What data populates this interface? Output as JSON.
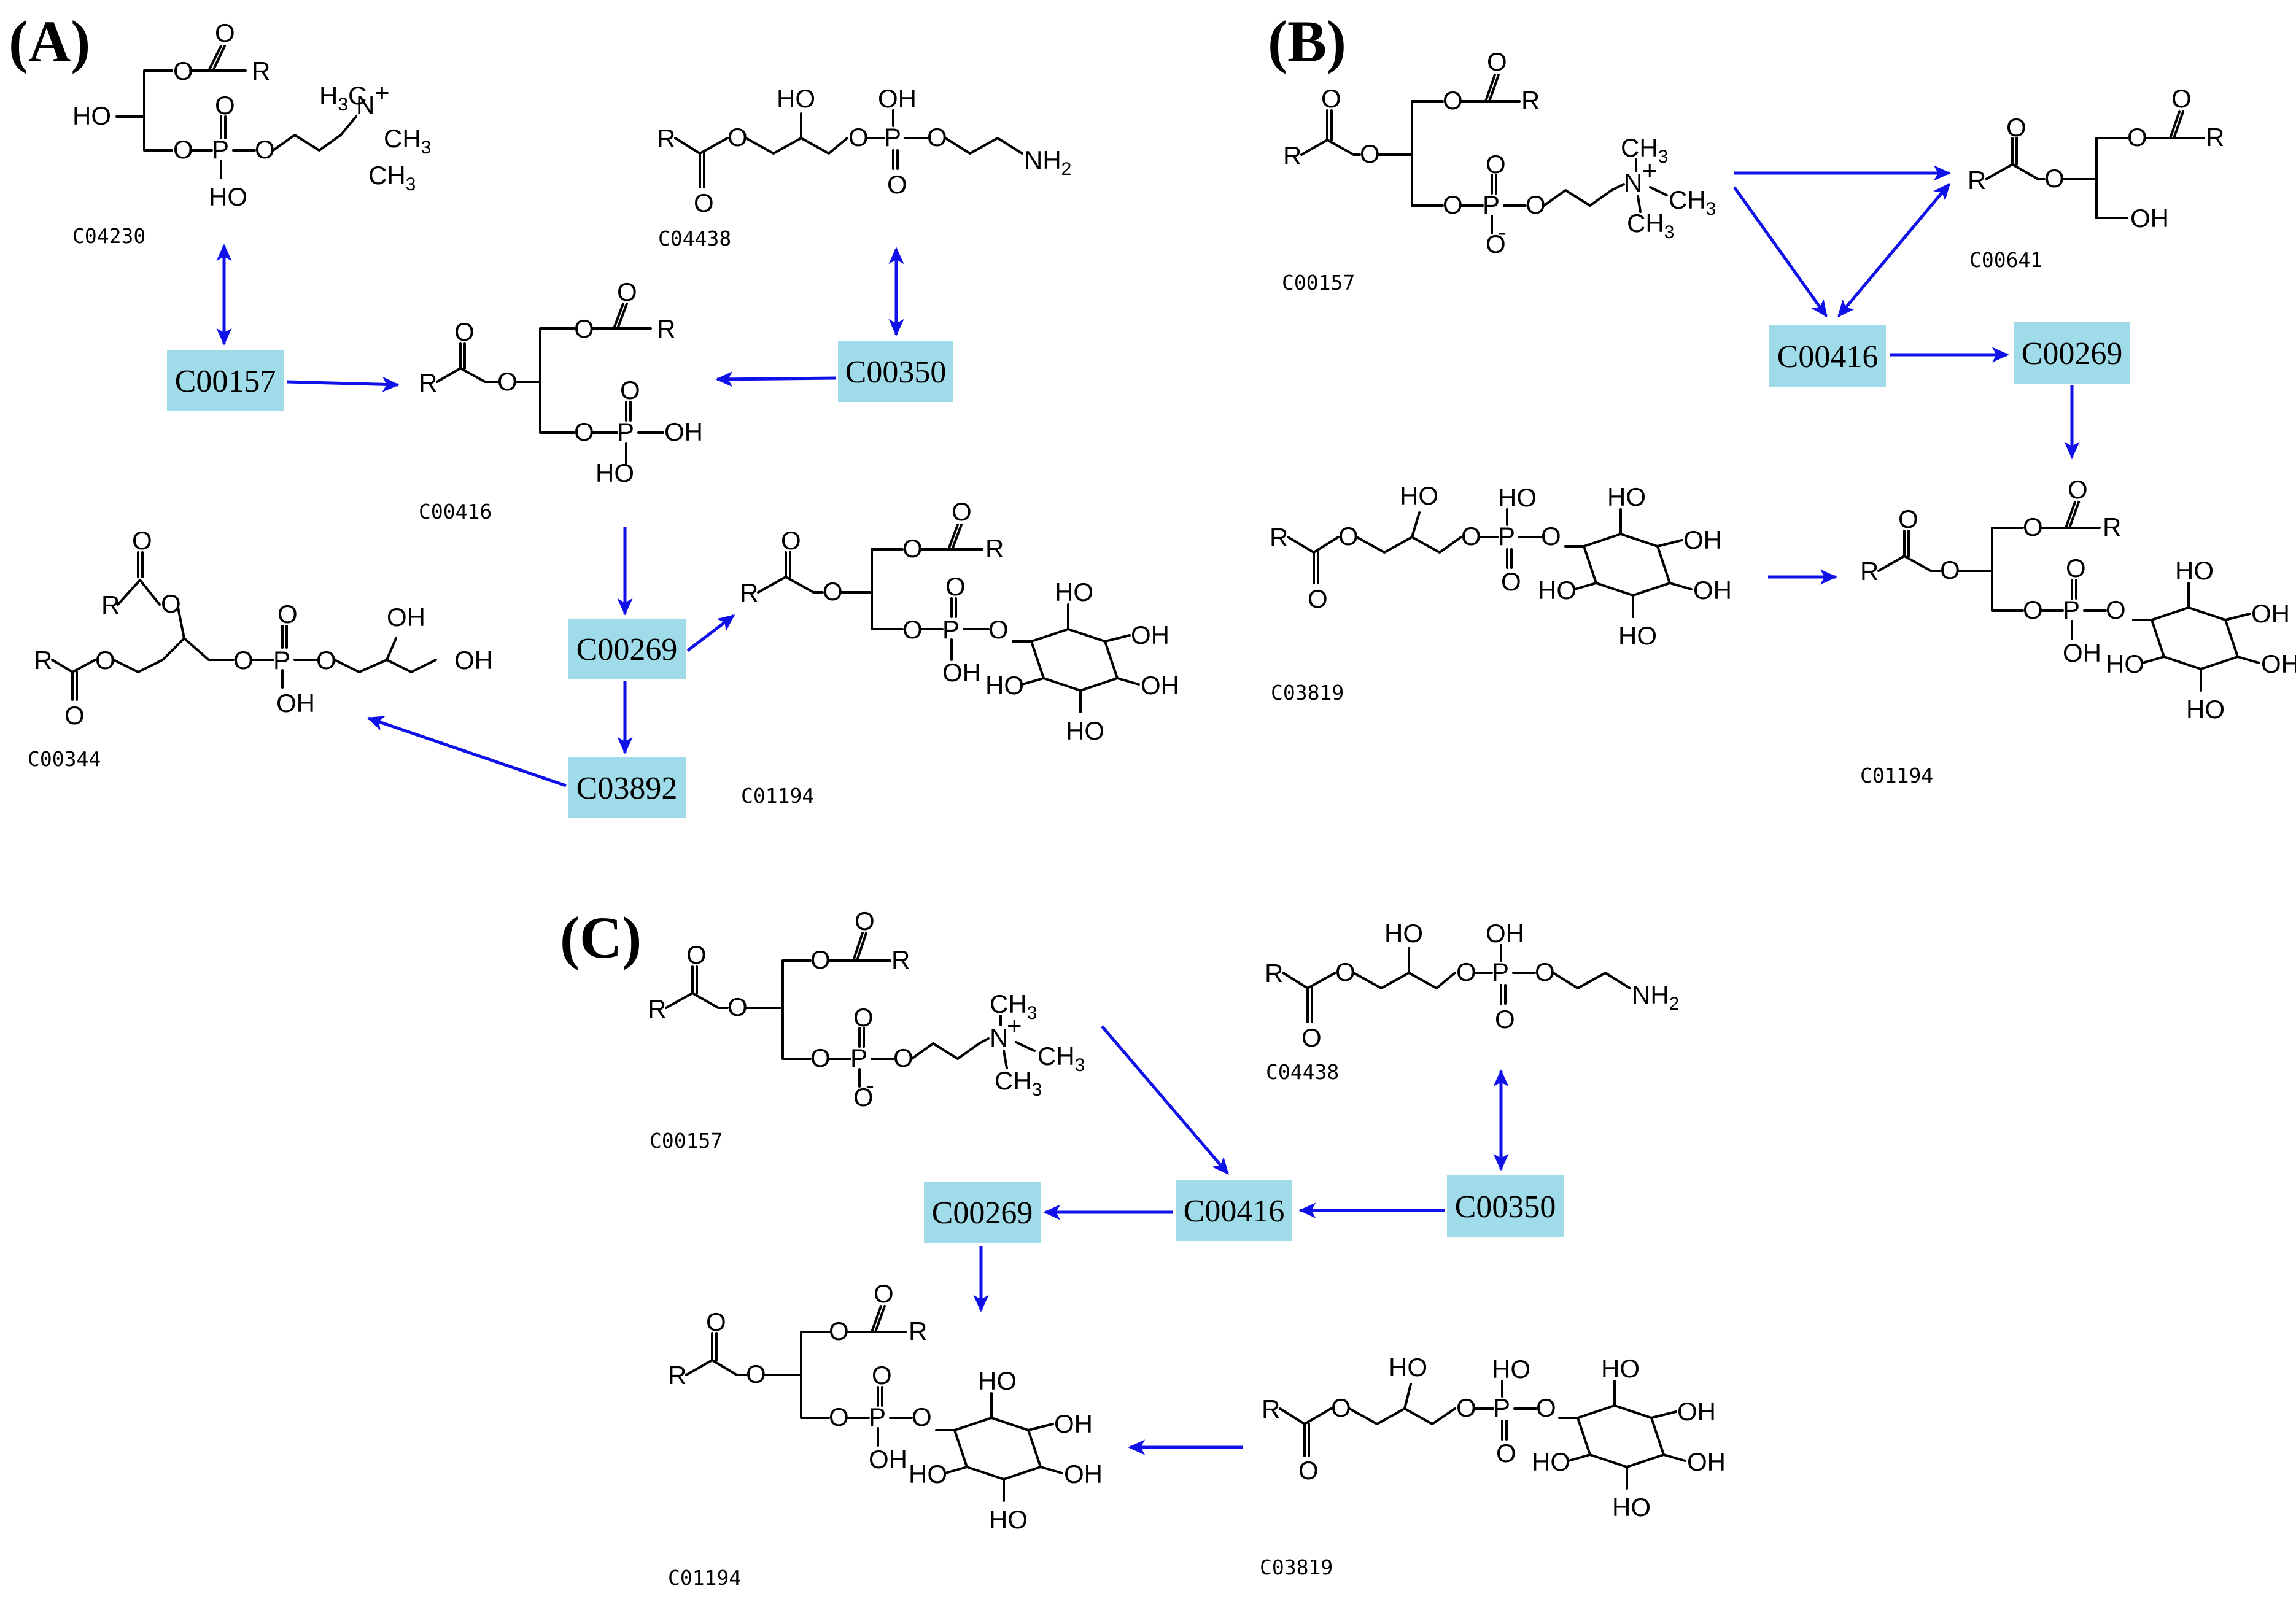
{
  "colors": {
    "arrow": "#1010e8",
    "box": "#9fdbe8",
    "text": "#000000"
  },
  "panels": {
    "A": {
      "label": "(A)",
      "boxes": [
        {
          "id": "C00157"
        },
        {
          "id": "C00350"
        },
        {
          "id": "C00269"
        },
        {
          "id": "C03892"
        }
      ],
      "compounds": [
        {
          "id": "C04230",
          "type": "lyso-PC"
        },
        {
          "id": "C04438",
          "type": "lyso-PE"
        },
        {
          "id": "C00416",
          "type": "PA"
        },
        {
          "id": "C00344",
          "type": "PG"
        },
        {
          "id": "C01194",
          "type": "PI"
        }
      ],
      "edges": [
        {
          "from": "C04230",
          "to": "C00157",
          "kind": "bidirectional"
        },
        {
          "from": "C04438",
          "to": "C00350",
          "kind": "bidirectional"
        },
        {
          "from": "C00157",
          "to": "C00416",
          "kind": "forward"
        },
        {
          "from": "C00350",
          "to": "C00416",
          "kind": "forward"
        },
        {
          "from": "C00416",
          "to": "C00269",
          "kind": "forward"
        },
        {
          "from": "C00269",
          "to": "C01194",
          "kind": "forward"
        },
        {
          "from": "C00269",
          "to": "C03892",
          "kind": "forward"
        },
        {
          "from": "C03892",
          "to": "C00344",
          "kind": "forward"
        }
      ]
    },
    "B": {
      "label": "(B)",
      "boxes": [
        {
          "id": "C00416"
        },
        {
          "id": "C00269"
        }
      ],
      "compounds": [
        {
          "id": "C00157",
          "type": "PC"
        },
        {
          "id": "C00641",
          "type": "DAG"
        },
        {
          "id": "C03819",
          "type": "lyso-PI"
        },
        {
          "id": "C01194",
          "type": "PI"
        }
      ],
      "edges": [
        {
          "from": "C00157",
          "to": "C00641",
          "kind": "forward"
        },
        {
          "from": "C00157",
          "to": "C00416",
          "kind": "forward"
        },
        {
          "from": "C00416",
          "to": "C00641",
          "kind": "bidirectional"
        },
        {
          "from": "C00416",
          "to": "C00269",
          "kind": "forward"
        },
        {
          "from": "C00269",
          "to": "C01194",
          "kind": "forward"
        },
        {
          "from": "C03819",
          "to": "C01194",
          "kind": "forward"
        }
      ]
    },
    "C": {
      "label": "(C)",
      "boxes": [
        {
          "id": "C00269"
        },
        {
          "id": "C00416"
        },
        {
          "id": "C00350"
        }
      ],
      "compounds": [
        {
          "id": "C00157",
          "type": "PC"
        },
        {
          "id": "C04438",
          "type": "lyso-PE"
        },
        {
          "id": "C01194",
          "type": "PI"
        },
        {
          "id": "C03819",
          "type": "lyso-PI"
        }
      ],
      "edges": [
        {
          "from": "C00157",
          "to": "C00416",
          "kind": "forward"
        },
        {
          "from": "C04438",
          "to": "C00350",
          "kind": "bidirectional"
        },
        {
          "from": "C00350",
          "to": "C00416",
          "kind": "forward"
        },
        {
          "from": "C00416",
          "to": "C00269",
          "kind": "forward"
        },
        {
          "from": "C00269",
          "to": "C01194",
          "kind": "forward"
        },
        {
          "from": "C03819",
          "to": "C01194",
          "kind": "forward"
        }
      ]
    }
  }
}
